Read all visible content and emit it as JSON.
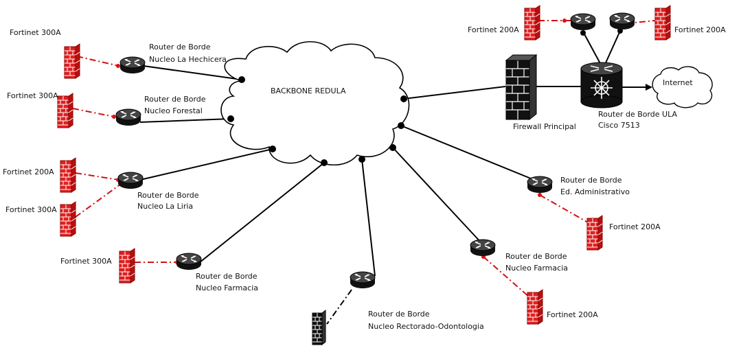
{
  "diagram": {
    "cloud_label": "BACKBONE REDULA",
    "internet_label": "Internet",
    "firewall_label": "Firewall Principal",
    "ula_router": {
      "line1": "Router de Borde ULA",
      "line2": "Cisco 7513"
    },
    "routers": [
      {
        "line1": "Router de Borde",
        "line2": "Nucleo La Hechicera"
      },
      {
        "line1": "Router de Borde",
        "line2": "Nucleo Forestal"
      },
      {
        "line1": "Router de Borde",
        "line2": "Nucleo La Liria"
      },
      {
        "line1": "Router de Borde",
        "line2": "Nucleo Farmacia"
      },
      {
        "line1": "Router de Borde",
        "line2": "Nucleo Rectorado-Odontologia"
      },
      {
        "line1": "Router de Borde",
        "line2": "Nucleo Farmacia"
      },
      {
        "line1": "Router de Borde",
        "line2": "Ed. Administrativo"
      }
    ],
    "fortinets": [
      {
        "label": "Fortinet 300A"
      },
      {
        "label": "Fortinet 300A"
      },
      {
        "label": "Fortinet 200A"
      },
      {
        "label": "Fortinet 300A"
      },
      {
        "label": "Fortinet 300A"
      },
      {
        "label": "Fortinet 200A"
      },
      {
        "label": "Fortinet 200A"
      },
      {
        "label": "Fortinet 200A"
      },
      {
        "label": "Fortinet 200A"
      }
    ],
    "colors": {
      "fortinet_red": "#e02020",
      "link_red": "#d01010",
      "link_black": "#000000"
    }
  }
}
